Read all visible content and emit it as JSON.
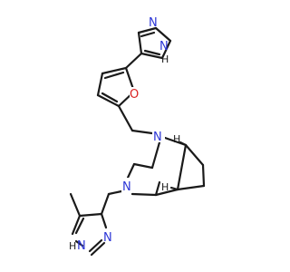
{
  "structure": {
    "atoms": {
      "pyrazole_n_upper": "N",
      "pyrazole_n_lower": "N",
      "pyrazole_nh_h": "H",
      "furan_o": "O",
      "bicyclic_n_upper": "N",
      "bicyclic_n_lower": "N",
      "bridgehead_h_upper": "H",
      "bridgehead_h_lower": "H",
      "imidazole_n_top": "N",
      "imidazole_n_bottom": "N",
      "imidazole_nh_h": "H"
    },
    "colors": {
      "nitrogen": "#2b35d6",
      "oxygen": "#d92020",
      "carbon_bond": "#1a1a1a"
    }
  }
}
